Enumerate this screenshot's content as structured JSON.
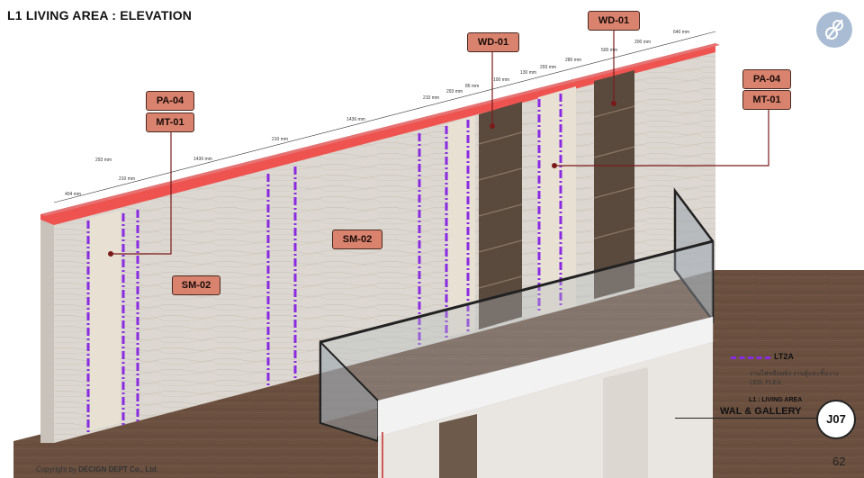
{
  "page": {
    "title": "L1 LIVING AREA : ELEVATION",
    "page_number": "62",
    "copyright_prefix": "Copyright  by",
    "copyright_company": "DECIGN DEPT Co., Ltd."
  },
  "material_tags": [
    {
      "id": "wd01",
      "label": "WD-01"
    },
    {
      "id": "pa04_left",
      "label": "PA-04"
    },
    {
      "id": "mt01_left",
      "label": "MT-01"
    },
    {
      "id": "wd01_center",
      "label": "WD-01"
    },
    {
      "id": "pa04_right",
      "label": "PA-04"
    },
    {
      "id": "mt01_right",
      "label": "MT-01"
    },
    {
      "id": "sm02_center",
      "label": "SM-02"
    },
    {
      "id": "sm02_left",
      "label": "SM-02"
    }
  ],
  "dimensions": [
    "404 mm",
    "293 mm",
    "210 mm",
    "1436 mm",
    "210 mm",
    "1436 mm",
    "210 mm",
    "293 mm",
    "85 mm",
    "100 mm",
    "130 mm",
    "293 mm",
    "280 mm",
    "500 mm",
    "200 mm",
    "640 mm"
  ],
  "legend": {
    "code": "LT2A",
    "description_line1": "งานไฟหลืบผนัง งานตู้และชั้นวาง",
    "description_line2": "LED. FLEX",
    "line_color": "#8a2be2"
  },
  "sheet": {
    "subtitle": "L1 : LIVING AREA",
    "title": "WAL & GALLERY",
    "code": "J07"
  },
  "colors": {
    "tag_fill": "#d9826d",
    "top_band": "#ef5350",
    "led": "#8a2be2",
    "logo": "#a9bcd3"
  }
}
